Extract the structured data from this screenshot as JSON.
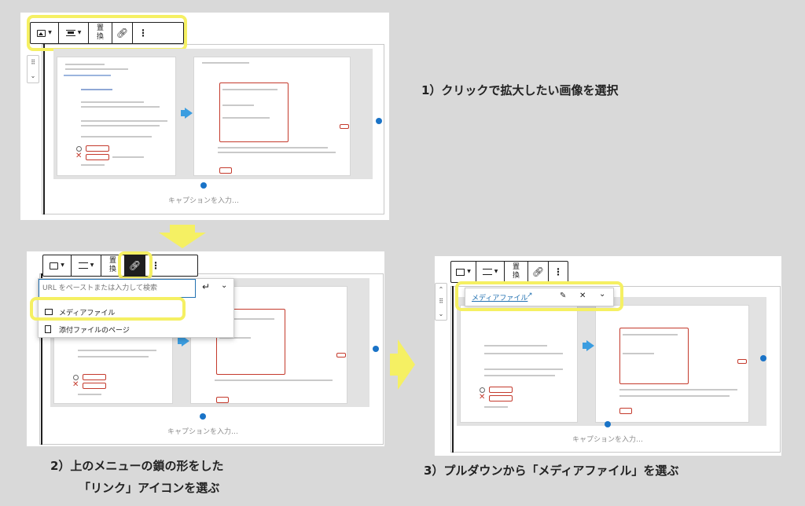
{
  "colors": {
    "highlight": "#f5f063",
    "accent_blue": "#2271b1",
    "red_box": "#c43a2c",
    "arrow_blue": "#3b9de0",
    "yellow_arrow": "#f5f063"
  },
  "toolbar": {
    "image_icon": "image-icon",
    "align_icon": "align-icon",
    "replace_label_1": "置",
    "replace_label_2": "換",
    "replace_label_2_alt": "換",
    "link_icon": "link-icon",
    "more_icon": "more-vertical-icon"
  },
  "side_controls": {
    "drag": "⠿",
    "down": "⌄",
    "up": "⌃"
  },
  "panel1": {
    "caption": "キャプションを入力…"
  },
  "panel2": {
    "caption": "キャプションを入力…",
    "url_placeholder": "URL をペーストまたは入力して検索",
    "menu": [
      {
        "icon": "image-icon",
        "label": "メディアファイル"
      },
      {
        "icon": "page-icon",
        "label": "添付ファイルのページ"
      }
    ]
  },
  "panel3": {
    "caption": "キャプションを入力…",
    "link_text": "メディアファイル",
    "replace_label_2": "換"
  },
  "steps": {
    "step1": "1）クリックで拡大したい画像を選択",
    "step2_line1": "2）上のメニューの鎖の形をした",
    "step2_line2": "「リンク」アイコンを選ぶ",
    "step3": "3）プルダウンから「メディアファイル」を選ぶ"
  }
}
